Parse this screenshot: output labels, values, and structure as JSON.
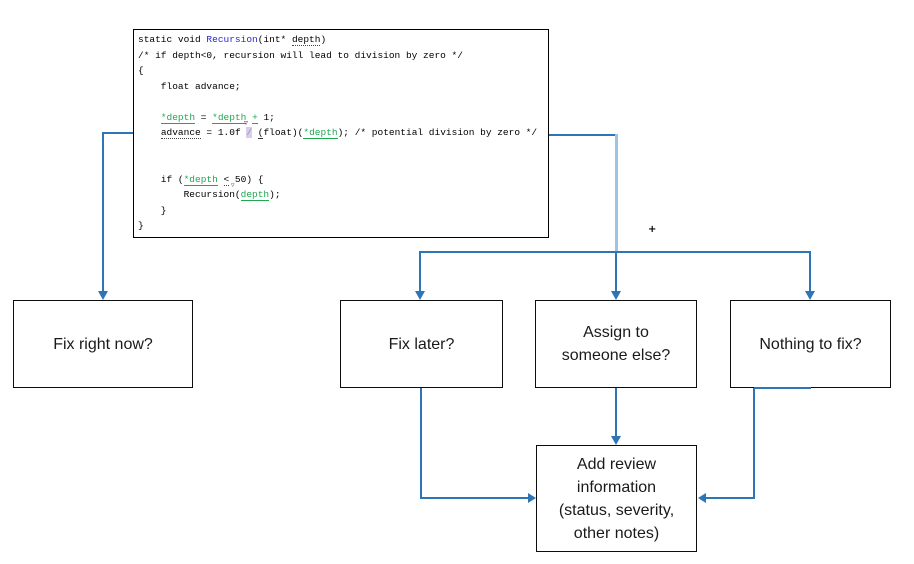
{
  "diagram": {
    "accent_color": "#2E75B6",
    "light_accent_color": "#9DC3E6",
    "code_keyword_blue": "#2929cc",
    "code_green": "#1fa84f",
    "annotation_violet": "#7030A0",
    "highlight_lavender": "#d9ccf0"
  },
  "code_snippet": {
    "lines": [
      [
        [
          "p",
          "static void "
        ],
        [
          "b",
          "Recursion"
        ],
        [
          "p",
          "(int* "
        ],
        [
          "d",
          "depth"
        ],
        [
          "p",
          ")"
        ]
      ],
      [
        [
          "p",
          "/* if depth<0, recursion will lead to division by zero */"
        ]
      ],
      [
        [
          "p",
          "{"
        ]
      ],
      [
        [
          "p",
          "    float advance;"
        ]
      ],
      [
        [
          "p",
          ""
        ]
      ],
      [
        [
          "p",
          "    "
        ],
        [
          "g",
          "*depth"
        ],
        [
          "p",
          " = "
        ],
        [
          "g",
          "*depth"
        ],
        [
          "p",
          " "
        ],
        [
          "g",
          "+"
        ],
        [
          "p",
          " 1;"
        ]
      ],
      [
        [
          "p",
          "    "
        ],
        [
          "d",
          "advance"
        ],
        [
          "p",
          " = 1.0f "
        ],
        [
          "hl",
          "/"
        ],
        [
          "p",
          " "
        ],
        [
          "u",
          "("
        ],
        [
          "p",
          "float)("
        ],
        [
          "g",
          "*depth"
        ],
        [
          "p",
          "); /* potential division by zero */"
        ]
      ],
      [
        [
          "p",
          ""
        ]
      ],
      [
        [
          "p",
          ""
        ]
      ],
      [
        [
          "p",
          "    if ("
        ],
        [
          "g",
          "*depth"
        ],
        [
          "p",
          " "
        ],
        [
          "d",
          "<"
        ],
        [
          "p",
          " 50) {"
        ]
      ],
      [
        [
          "p",
          "        Recursion("
        ],
        [
          "g",
          "depth"
        ],
        [
          "p",
          ");"
        ]
      ],
      [
        [
          "p",
          "    }"
        ]
      ],
      [
        [
          "p",
          "}"
        ]
      ]
    ],
    "annotations": {
      "division_marker": "▿",
      "comparison_marker": "▿"
    }
  },
  "flowchart": {
    "boxes": [
      {
        "id": "fix-right-now",
        "label": "Fix right now?"
      },
      {
        "id": "fix-later",
        "label": "Fix later?"
      },
      {
        "id": "assign-someone-else",
        "label": "Assign to\nsomeone else?"
      },
      {
        "id": "nothing-to-fix",
        "label": "Nothing to fix?"
      },
      {
        "id": "add-review-info",
        "label": "Add review\ninformation\n(status, severity,\nother notes)"
      }
    ]
  },
  "stray_mark": "+"
}
